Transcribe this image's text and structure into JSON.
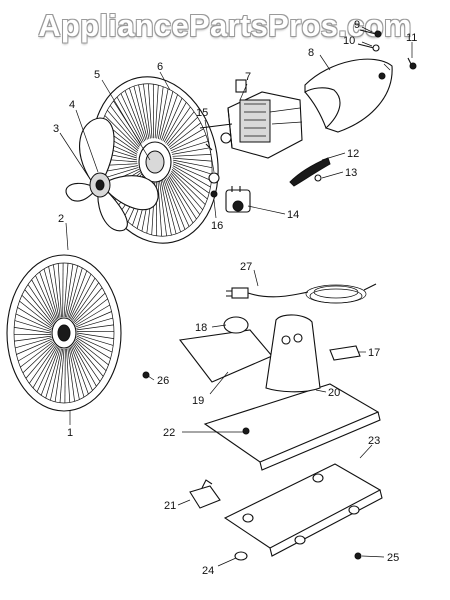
{
  "watermark": "AppliancePartsPros.com",
  "callouts": [
    "1",
    "2",
    "3",
    "4",
    "5",
    "6",
    "7",
    "8",
    "9",
    "10",
    "11",
    "12",
    "13",
    "14",
    "15",
    "16",
    "17",
    "18",
    "19",
    "20",
    "21",
    "22",
    "23",
    "24",
    "25",
    "26",
    "27"
  ]
}
